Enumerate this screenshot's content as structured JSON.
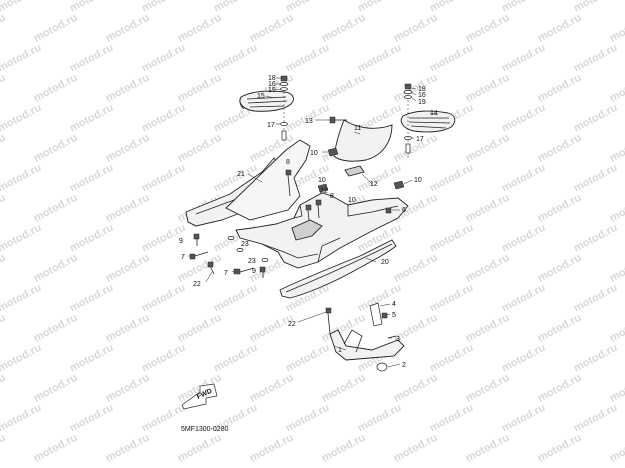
{
  "watermark": {
    "text": "motod.ru"
  },
  "diagram_code": "5MF1300-0280",
  "fwd_label": "FWD",
  "callouts": {
    "c1": "1",
    "c2": "2",
    "c3": "3",
    "c4": "4",
    "c5": "5",
    "c6": "6",
    "c7a": "7",
    "c7b": "7",
    "c8a": "8",
    "c8b": "8",
    "c9a": "9",
    "c9b": "9",
    "c10a": "10",
    "c10b": "10",
    "c10c": "10",
    "c10d": "10",
    "c11": "11",
    "c12": "12",
    "c13": "13",
    "c14": "14",
    "c15": "15",
    "c16a": "16",
    "c16b": "16",
    "c17a": "17",
    "c17b": "17",
    "c18a": "18",
    "c18b": "18",
    "c19a": "19",
    "c19b": "19",
    "c20": "20",
    "c21": "21",
    "c22a": "22",
    "c22b": "22",
    "c22c": "22",
    "c23a": "23",
    "c23b": "23"
  }
}
